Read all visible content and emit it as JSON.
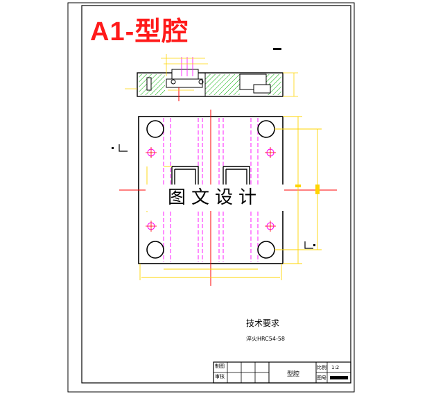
{
  "drawing": {
    "title": "A1-型腔",
    "watermark": "图文设计",
    "technical_requirements": {
      "heading": "技术要求",
      "text": "淬火HRC54-58"
    },
    "title_block": {
      "part_name": "型腔",
      "label_draw": "制图",
      "label_check": "审核",
      "label_scale": "比例",
      "scale_value": "1:2",
      "label_drawing_no": "图号"
    },
    "section_mark": "L",
    "colors": {
      "title": "#ff1a1a",
      "outline": "#000000",
      "centerline": "#ff0000",
      "dimension": "#ffd400",
      "hidden": "#ff00ff",
      "hatch": "#00b000"
    }
  }
}
